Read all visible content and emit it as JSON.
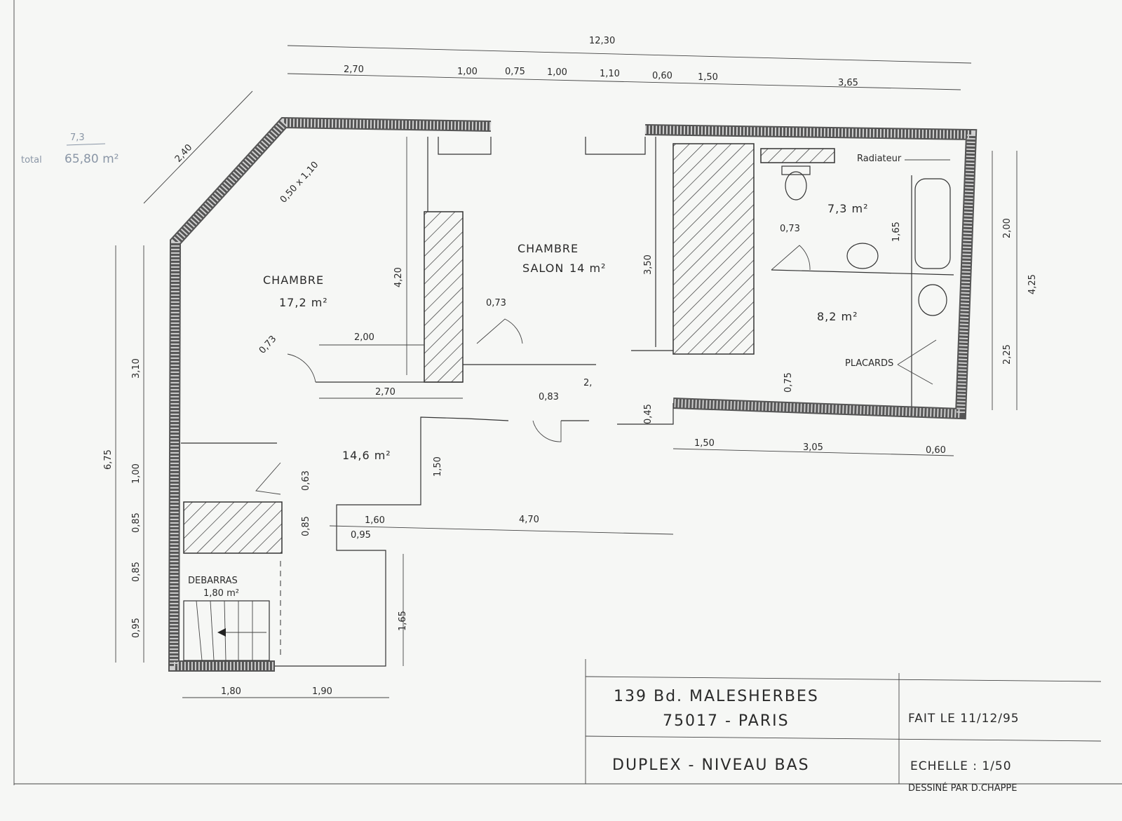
{
  "notes": {
    "subtotal": "7,3",
    "total_label": "total",
    "total_value": "65,80 m²"
  },
  "overall": {
    "top_total": "12,30",
    "left_total": "6,75",
    "right_total": "4,25"
  },
  "top_dims": [
    "2,70",
    "1,00",
    "0,75",
    "1,00",
    "1,10",
    "0,60",
    "1,50",
    "3,65"
  ],
  "diag_dims": [
    "2,40",
    "0,50 x 1,10"
  ],
  "left_dims": [
    "3,10",
    "1,00",
    "0,85",
    "0,85",
    "0,95"
  ],
  "bottom_dims": [
    "1,80",
    "1,90"
  ],
  "inner_dims": [
    "4,20",
    "2,00",
    "2,70",
    "0,73",
    "0,73",
    "0,73",
    "3,50",
    "1,65",
    "2,00",
    "2,25",
    "0,75",
    "0,45",
    "0,83",
    "2,",
    "1,50",
    "3,05",
    "0,60",
    "1,50",
    "0,63",
    "0,85",
    "1,60",
    "0,95",
    "4,70",
    "1,65"
  ],
  "rooms": {
    "chambre1": {
      "name": "CHAMBRE",
      "area": "17,2 m²"
    },
    "chambre_salon": {
      "name": "CHAMBRE",
      "name2": "SALON",
      "area": "14 m²"
    },
    "bath": {
      "area": "7,3 m²"
    },
    "room8": {
      "area": "8,2 m²"
    },
    "hall": {
      "area": "14,6 m²"
    },
    "debarras": {
      "name": "DEBARRAS",
      "area": "1,80 m²"
    },
    "placards": "PLACARDS",
    "radiateur": "Radiateur"
  },
  "title_block": {
    "address1": "139 Bd. MALESHERBES",
    "address2": "75017 - PARIS",
    "date": "FAIT LE 11/12/95",
    "title": "DUPLEX - NIVEAU BAS",
    "scale": "ECHELLE : 1/50",
    "author": "DESSINÉ PAR D.CHAPPE"
  }
}
